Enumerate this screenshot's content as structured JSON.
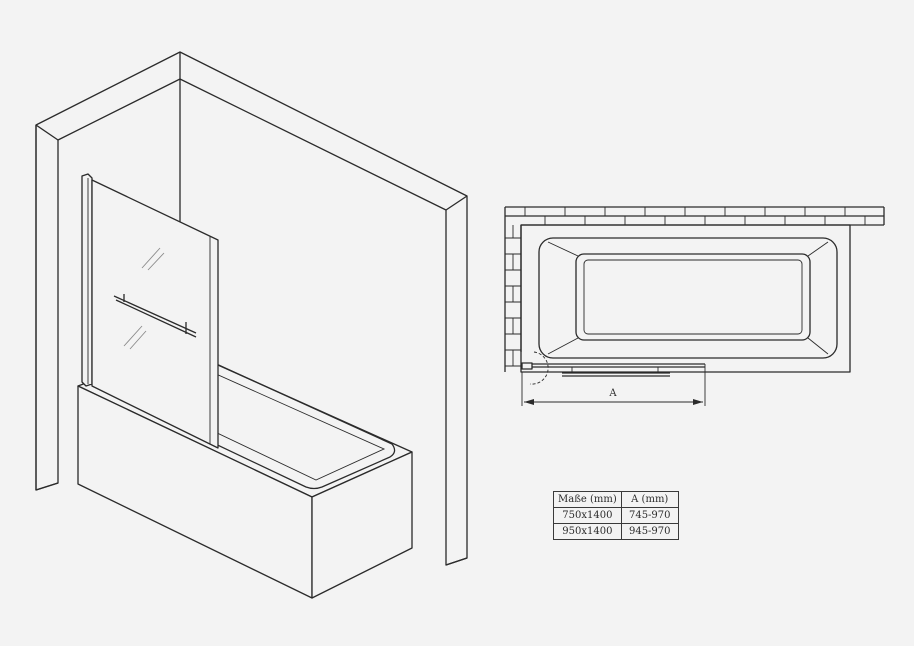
{
  "plan_view": {
    "dimension_label": "A"
  },
  "size_table": {
    "header": [
      "Maße (mm)",
      "A (mm)"
    ],
    "rows": [
      [
        "750x1400",
        "745-970"
      ],
      [
        "950x1400",
        "945-970"
      ]
    ]
  }
}
